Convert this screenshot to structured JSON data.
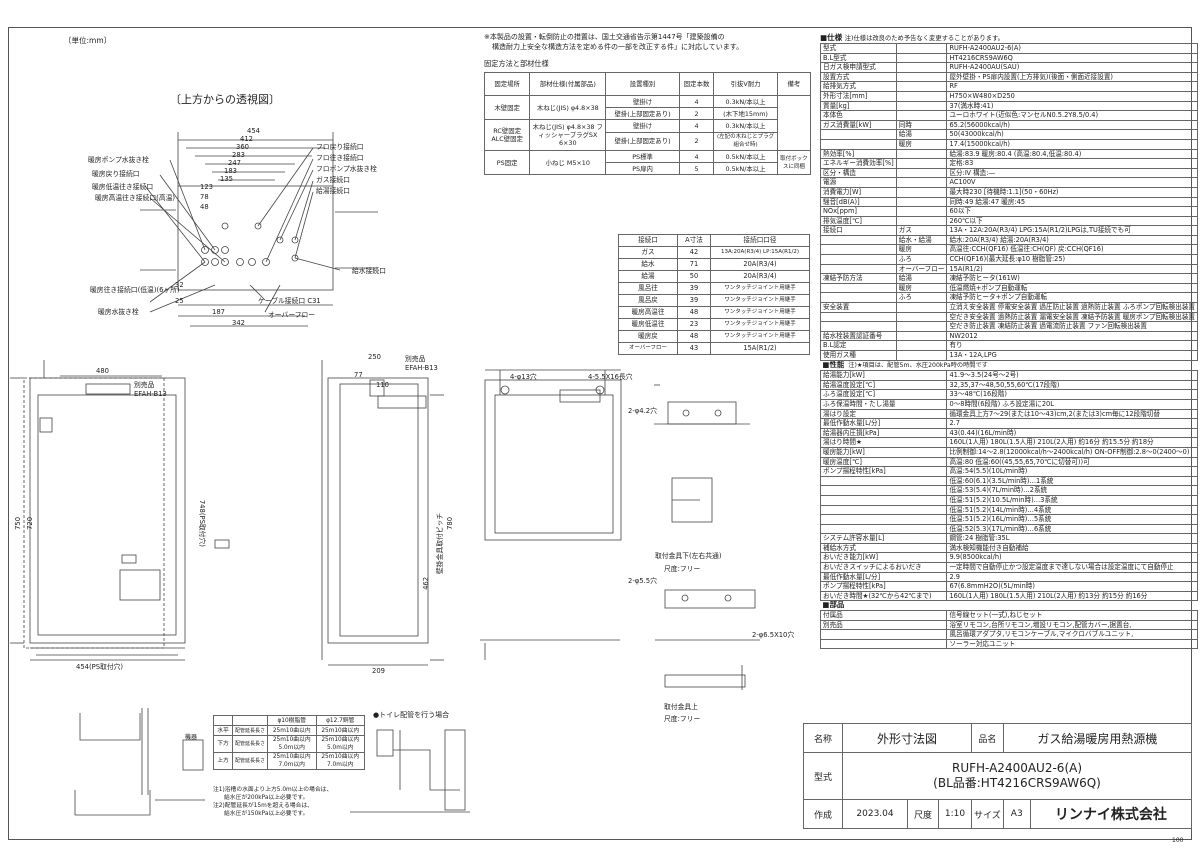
{
  "unit_label": "〔単位:mm〕",
  "perspective_title": "〔上方からの透視図〕",
  "notice": [
    "※本製品の設置・転倒防止の措置は、国土交通省告示第1447号「建築設備の",
    "構造耐力上安全な構造方法を定める件の一部を改正する件」に対応しています。"
  ],
  "fix_title": "固定方法と部材仕様",
  "fix_table": {
    "headers": [
      "固定場所",
      "部材仕様(付属部品)",
      "設置種別",
      "固定本数",
      "引抜V耐力",
      "備考"
    ],
    "rows": [
      [
        "木壁固定",
        "木ねじ(JIS) φ4.8×38",
        "壁掛け",
        "4",
        "0.3kN/本以上",
        ""
      ],
      [
        "",
        "",
        "壁掛(上部固定あり)",
        "2",
        "(木下地15mm)",
        ""
      ],
      [
        "RC壁固定 ALC壁固定",
        "木ねじ(JIS) φ4.8×38 フィッシャープラグSX 6×30",
        "壁掛け",
        "4",
        "0.3kN/本以上",
        ""
      ],
      [
        "",
        "",
        "壁掛(上部固定あり)",
        "2",
        "(左記の木ねじとプラグ組合せ時)",
        ""
      ],
      [
        "PS固定",
        "小ねじ M5×10",
        "PS標準",
        "4",
        "0.5kN/本以上",
        "取付ボックスに同梱"
      ],
      [
        "",
        "",
        "PS扉内",
        "5",
        "0.5kN/本以上",
        ""
      ]
    ]
  },
  "conn_table": {
    "headers": [
      "接続口",
      "A寸法",
      "接続口口径"
    ],
    "rows": [
      [
        "ガス",
        "42",
        "13A:20A(R3/4) LP:15A(R1/2)"
      ],
      [
        "給水",
        "71",
        "20A(R3/4)"
      ],
      [
        "給湯",
        "50",
        "20A(R3/4)"
      ],
      [
        "風呂往",
        "39",
        "ワンタッチジョイント用継手"
      ],
      [
        "風呂戻",
        "39",
        "ワンタッチジョイント用継手"
      ],
      [
        "暖房高温往",
        "48",
        "ワンタッチジョイント用継手"
      ],
      [
        "暖房低温往",
        "23",
        "ワンタッチジョイント用継手"
      ],
      [
        "暖房戻",
        "48",
        "ワンタッチジョイント用継手"
      ],
      [
        "オーバーフロー",
        "43",
        "15A(R1/2)"
      ]
    ]
  },
  "spec_title": "■仕様",
  "spec_note": "注)仕様は改良のため予告なく変更することがあります。",
  "spec_rows": [
    [
      "型式",
      "",
      "RUFH-A2400AU2-6(A)"
    ],
    [
      "B.L型式",
      "",
      "HT4216CRS9AW6Q"
    ],
    [
      "日ガス検申請型式",
      "",
      "RUFH-A2400AU(SAU)"
    ],
    [
      "設置方式",
      "",
      "屋外壁掛・PS扉内設置(上方排気)(後面・側面近接設置)"
    ],
    [
      "給排気方式",
      "",
      "RF"
    ],
    [
      "外形寸法[mm]",
      "",
      "H750×W480×D250"
    ],
    [
      "質量[kg]",
      "",
      "37(満水時:41)"
    ],
    [
      "本体色",
      "",
      "ユーロホワイト(近似色:マンセルN0.5.2Y8.5/0.4)"
    ],
    [
      "ガス消費量[kW]",
      "同時",
      "65.2(56000kcal/h)"
    ],
    [
      "",
      "給湯",
      "50(43000kcal/h)"
    ],
    [
      "",
      "暖房",
      "17.4(15000kcal/h)"
    ],
    [
      "熱効率[%]",
      "",
      "給湯:83.9 暖房:80.4 (高温:80.4,低温:80.4)"
    ],
    [
      "エネルギー消費効率[%]",
      "",
      "定格:83"
    ],
    [
      "区分・構造",
      "",
      "区分:Ⅳ 構造:―"
    ],
    [
      "電源",
      "",
      "AC100V"
    ],
    [
      "消費電力[W]",
      "",
      "最大時230 [待機時:1.1](50・60Hz)"
    ],
    [
      "騒音[dB(A)]",
      "",
      "同時:49 給湯:47 暖房:45"
    ],
    [
      "NOx[ppm]",
      "",
      "60以下"
    ],
    [
      "排気温度[℃]",
      "",
      "260℃以下"
    ],
    [
      "接続口",
      "ガス",
      "13A・12A:20A(R3/4) LPG:15A(R1/2)LPGは,TU接続でも可"
    ],
    [
      "",
      "給水・給湯",
      "給水:20A(R3/4) 給湯:20A(R3/4)"
    ],
    [
      "",
      "暖房",
      "高温往:CCH(QF16) 低温往:CH(QF) 戻:CCH(QF16)"
    ],
    [
      "",
      "ふろ",
      "CCH(QF16)(最大延長:φ10 樹脂管:25)"
    ],
    [
      "",
      "オーバーフロー",
      "15A(R1/2)"
    ],
    [
      "凍結予防方法",
      "給湯",
      "凍結予防ヒータ(161W)"
    ],
    [
      "",
      "暖房",
      "低温燃焼+ポンプ自動運転"
    ],
    [
      "",
      "ふろ",
      "凍結予防ヒータ+ポンプ自動運転"
    ],
    [
      "安全装置",
      "",
      "立消え安全装置 停電安全装置 過圧防止装置 過熱防止装置 ふろポンプ回転検出装置"
    ],
    [
      "",
      "",
      "空だき安全装置 過熱防止装置 漏電安全装置 凍結予防装置 暖房ポンプ回転検出装置"
    ],
    [
      "",
      "",
      "空だき防止装置 凍結防止装置 過電流防止装置 ファン回転検出装置"
    ],
    [
      "給水栓装置認証番号",
      "",
      "NW2012"
    ],
    [
      "B.L認定",
      "",
      "有り"
    ],
    [
      "使用ガス種",
      "",
      "13A・12A,LPG"
    ]
  ],
  "perf_title": "■性能",
  "perf_note": "注)★項目は、配管5m、水圧200kPa時の時間です",
  "perf_rows": [
    [
      "給湯能力[kW]",
      "41.9〜3.5(24号〜2号)"
    ],
    [
      "給湯温度設定[℃]",
      "32,35,37〜48,50,55,60℃(17段階)"
    ],
    [
      "ふろ温度設定[℃]",
      "33〜48℃(16段階)"
    ],
    [
      "ふろ保温時間・たし湯量",
      "0〜8時間(6段階) ふろ設定湯に20L"
    ],
    [
      "湯はり設定",
      "循環金具上方7〜29(または10〜43)cm,2(または3)cm毎に12段階切替"
    ],
    [
      "最低作動水量[L/分]",
      "2.7"
    ],
    [
      "給湯器内圧損[kPa]",
      "43(0.44)(16L/min時)"
    ],
    [
      "湯はり時間★",
      "160L(1人用) 180L(1.5人用) 210L(2人用) 約16分 約15.5分 約18分"
    ],
    [
      "暖房能力[kW]",
      "比例制御:14〜2.8(12000kcal/h〜2400kcal/h) ON-OFF制御:2.8〜0(2400〜0)"
    ],
    [
      "暖房温度[℃]",
      "高温:80 低温:60((45,55,65,70℃に切替可))可"
    ],
    [
      "ポンプ揚程特性[kPa]",
      "高温:54(5.5)(10L/min時)"
    ],
    [
      "",
      "低温:60(6.1)(3.5L/min時)…1系統"
    ],
    [
      "",
      "低温:53(5.4)(7L/min時)…2系統"
    ],
    [
      "",
      "低温:51(5.2)(10.5L/min時)…3系統"
    ],
    [
      "",
      "低温:51(5.2)(14L/min時)…4系統"
    ],
    [
      "",
      "低温:51(5.2)(16L/min時)…5系統"
    ],
    [
      "",
      "低温:52(5.3)(17L/min時)…6系統"
    ],
    [
      "システム許容水量[L]",
      "鋼管:24 樹脂管:35L"
    ],
    [
      "補給水方式",
      "満水検知機能付き自動補給"
    ],
    [
      "おいだき能力[kW]",
      "9.9(8500kcal/h)"
    ],
    [
      "おいだきスイッチによるおいだき",
      "一定時間で自動停止かつ設定温度まで達しない場合は設定温度にて自動停止"
    ],
    [
      "最低作動水量[L/分]",
      "2.9"
    ],
    [
      "ポンプ揚程特性[kPa]",
      "67(6.8mmH2O)(5L/min時)"
    ],
    [
      "おいだき時間★(32℃から42℃まで)",
      "160L(1人用) 180L(1.5人用) 210L(2人用) 約13分 約15分 約16分"
    ]
  ],
  "parts_title": "■部品",
  "parts_rows": [
    [
      "付属品",
      "信号線セット(一式),ねじセット"
    ],
    [
      "別売品",
      "浴室リモコン,台所リモコン,増設リモコン,配管カバー,据置台,"
    ],
    [
      "",
      "風呂循環アダプタ,リモコンケーブル,マイクロバブルユニット,"
    ],
    [
      "",
      "ソーラー対応ユニット"
    ]
  ],
  "title_block": {
    "name_label": "名称",
    "name_value": "外形寸法図",
    "product_label": "品名",
    "product_value": "ガス給湯暖房用熱源機",
    "model_label": "型式",
    "model_value_1": "RUFH-A2400AU2-6(A)",
    "model_value_2": "(BL品番:HT4216CRS9AW6Q)",
    "date_label": "作成",
    "date_value": "2023.04",
    "scale_label": "尺度",
    "scale_value": "1:10",
    "size_label": "サイズ",
    "size_value": "A3",
    "company": "リンナイ株式会社",
    "page": "100"
  },
  "top_view_labels": [
    "暖房ポンプ水抜き栓",
    "暖房戻り接続口",
    "暖房低温往き接続口",
    "暖房高温往き接続口(高温)",
    "フロ戻り接続口",
    "フロ往き接続口",
    "フロポンプ水抜き栓",
    "ガス接続口",
    "給湯接続口",
    "給水接続口",
    "暖房往き接続口(低温)(6ヶ所)",
    "暖房水抜き栓",
    "ケーブル接続口 C31",
    "オーバーフロー"
  ],
  "top_view_dims": [
    "454",
    "412",
    "360",
    "283",
    "247",
    "183",
    "135",
    "123",
    "78",
    "48",
    "187",
    "342",
    "32",
    "25"
  ],
  "front_labels": {
    "sep_part": "別売品",
    "sep_code": "EFAH-B13",
    "bracket_pitch": "454(PS取付穴)",
    "w": "480",
    "h1": "750",
    "h2": "720",
    "d": "250",
    "ps": "748(PS取付穴)"
  },
  "side_labels": {
    "sep_part": "別売品",
    "sep_code": "EFAH-B13",
    "h": "780",
    "pitch": "462",
    "text": "壁掛金具取付ピッチ",
    "d1": "110",
    "d2": "77",
    "d3": "209"
  },
  "bracket_labels": {
    "top": "取付金具下(左右共通)",
    "scale": "尺度:フリー",
    "bottom": "取付金具上",
    "scale2": "尺度:フリー",
    "hole1": "2-φ4.2穴",
    "hole2": "2-φ5.5穴",
    "hole3": "2-φ6.5X10穴",
    "h1": "4-φ13穴",
    "h2": "4-5.5X16長穴"
  },
  "pipe_table": {
    "headers": [
      "",
      "",
      "φ10樹脂管",
      "φ12.7銅管"
    ],
    "rows": [
      [
        "水平",
        "配管延長長さ",
        "25m10曲以内",
        "25m10曲以内"
      ],
      [
        "下方",
        "配管延長長さ",
        "25m10曲以内 5.0m以内",
        "25m10曲以内 5.0m以内"
      ],
      [
        "上方",
        "配管延長長さ",
        "25m10曲以内 7.0m以内",
        "25m10曲以内 7.0m以内"
      ]
    ],
    "notes": [
      "注1)浴槽の水面より上方5.0m以上の場合は、",
      "給水圧が200kPa以上必要です。",
      "注2)配管延長が15mを超える場合は、",
      "給水圧が150kPa以上必要です。"
    ]
  },
  "toilet_title": "●トイレ配管を行う場合",
  "machine_label": "機器"
}
